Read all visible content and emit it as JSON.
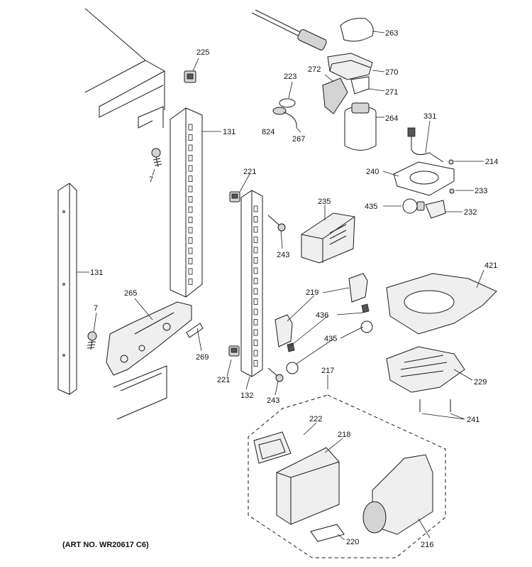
{
  "art_number": "(ART NO. WR20617 C6)",
  "callouts": {
    "c263": "263",
    "c270": "270",
    "c271": "271",
    "c272": "272",
    "c264": "264",
    "c225": "225",
    "c223": "223",
    "c824": "824",
    "c267": "267",
    "c331": "331",
    "c214": "214",
    "c240": "240",
    "c233": "233",
    "c435a": "435",
    "c232": "232",
    "c131a": "131",
    "c7a": "7",
    "c221a": "221",
    "c235": "235",
    "c243a": "243",
    "c131b": "131",
    "c421": "421",
    "c265": "265",
    "c219": "219",
    "c436": "436",
    "c7b": "7",
    "c435b": "435",
    "c269": "269",
    "c221b": "221",
    "c132": "132",
    "c243b": "243",
    "c229": "229",
    "c217": "217",
    "c241": "241",
    "c222": "222",
    "c218": "218",
    "c220": "220",
    "c216": "216"
  }
}
